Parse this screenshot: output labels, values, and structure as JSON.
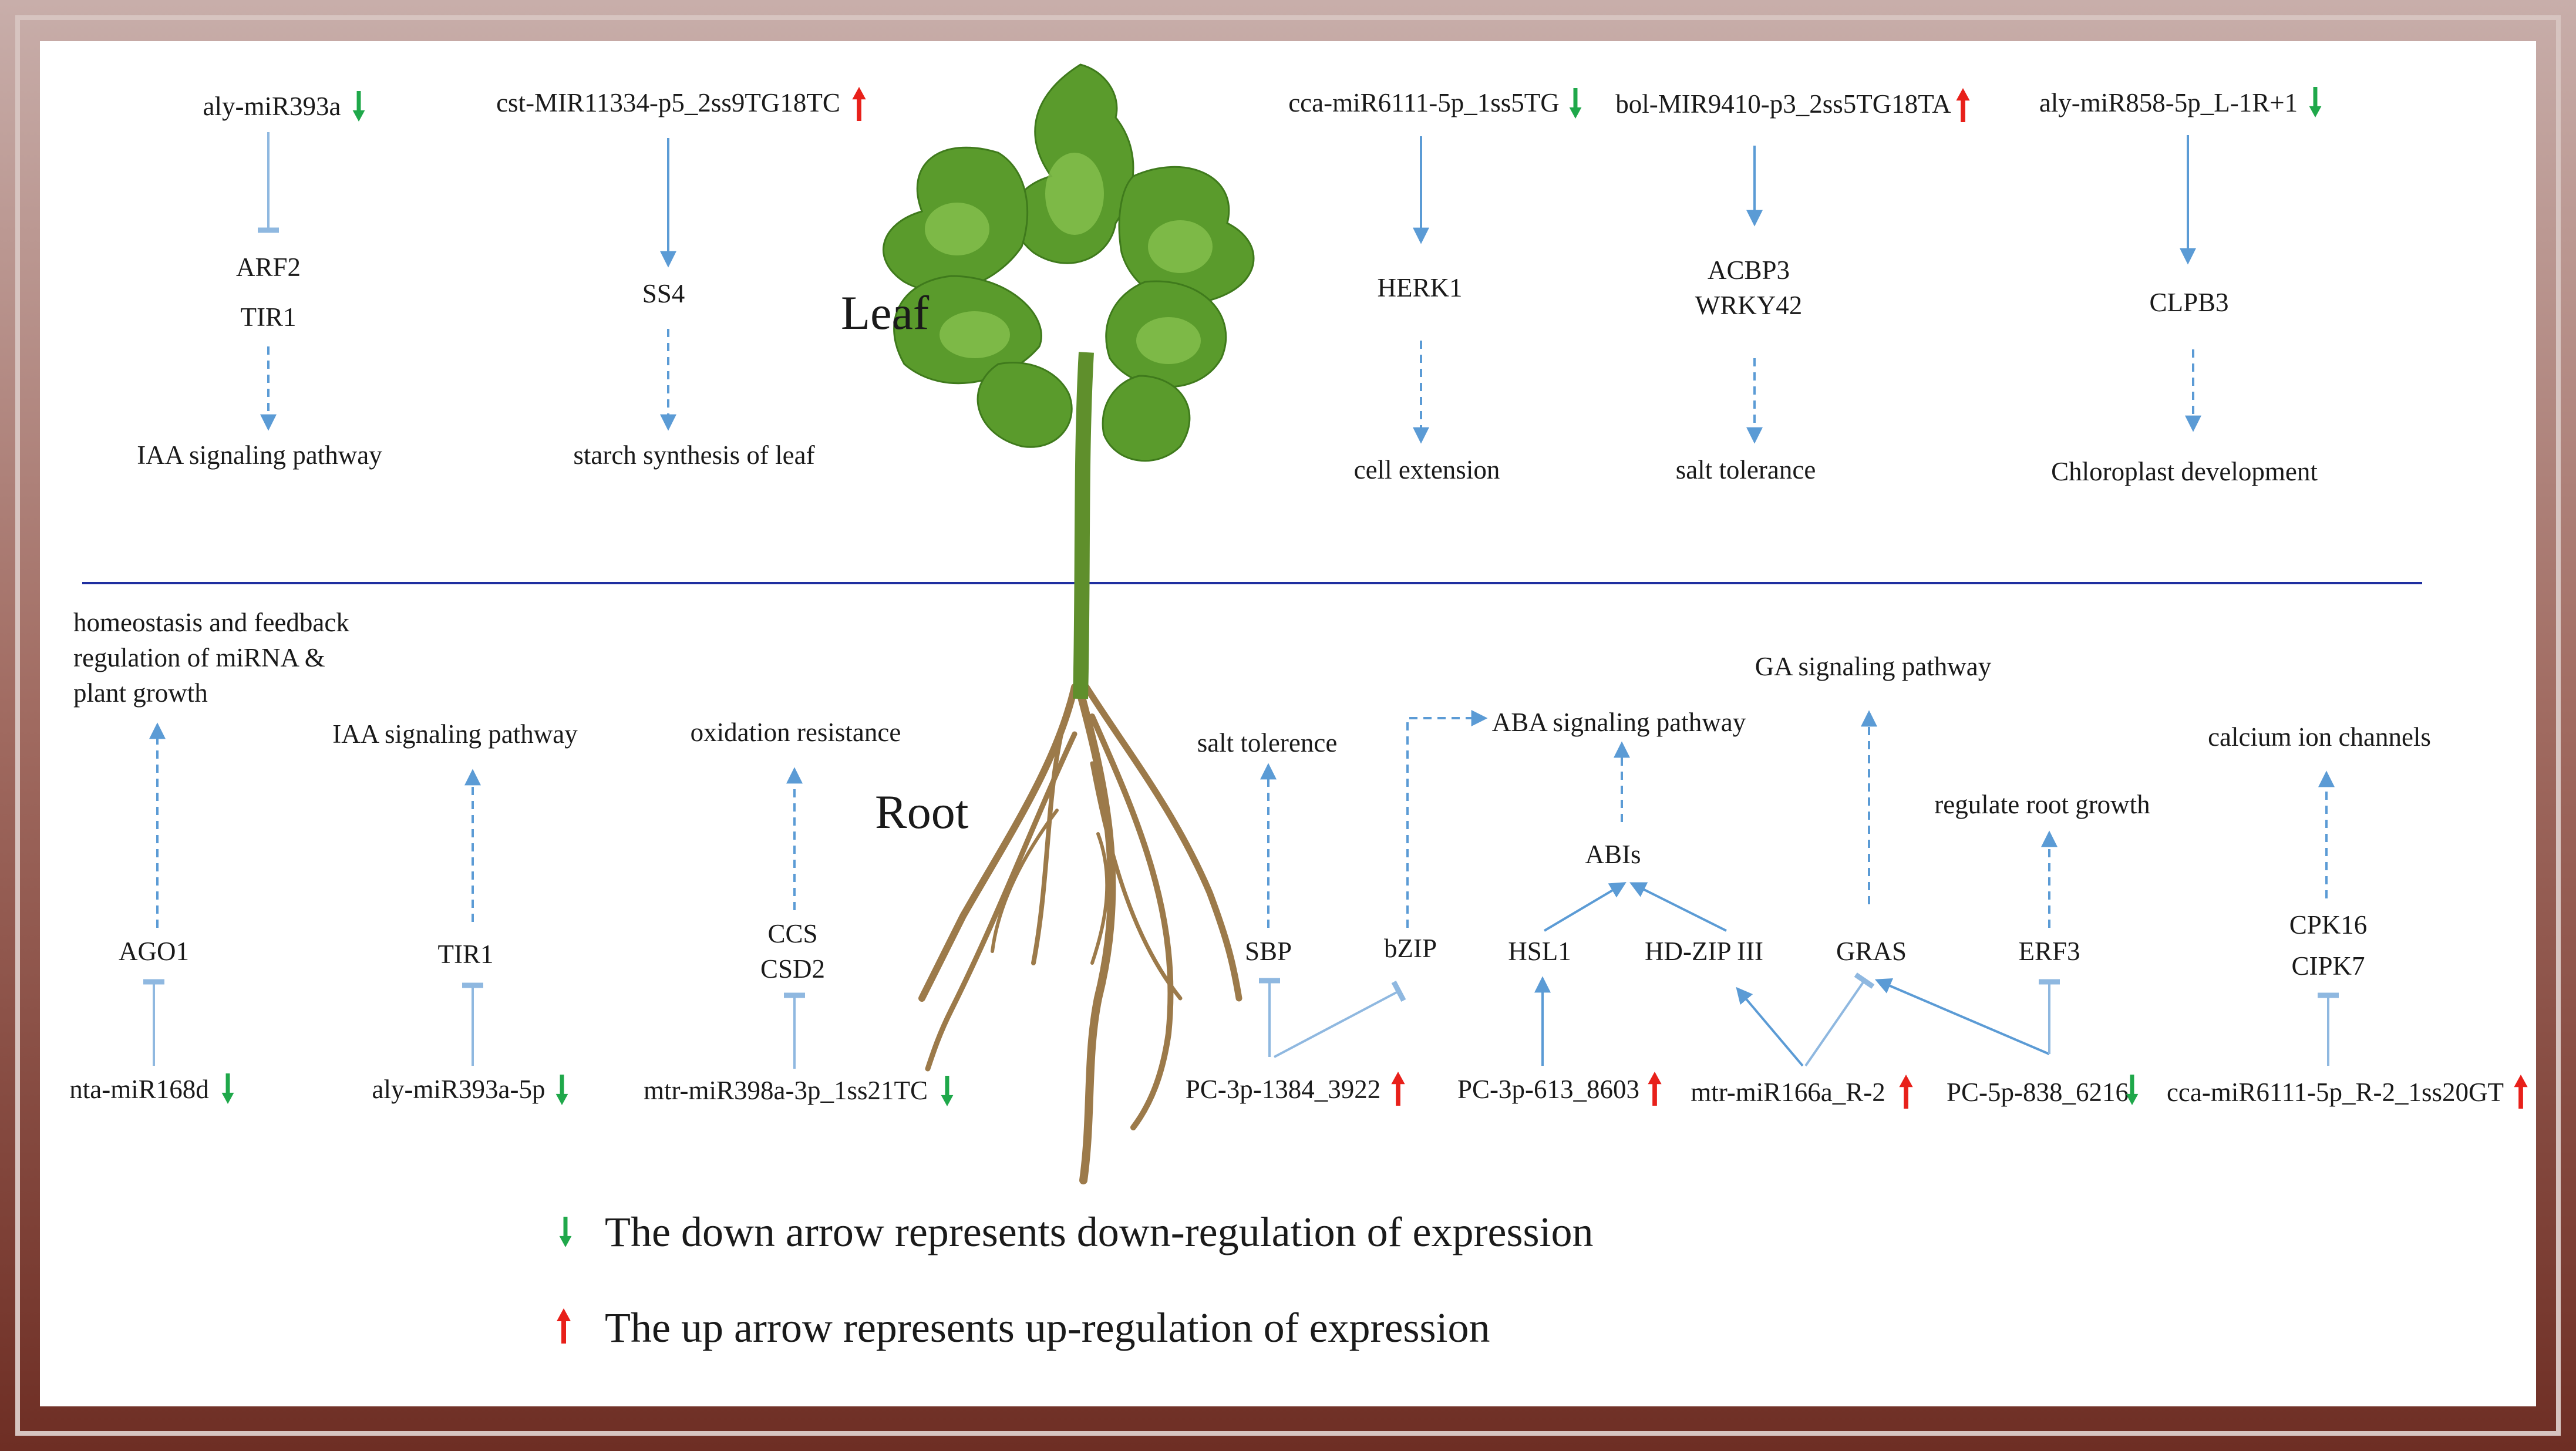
{
  "colors": {
    "frame_outer": "#b79a96",
    "frame_inner": "#7a3a30",
    "arrow": "#5b9bd5",
    "divider": "#1f2fa0",
    "up_arrow": "#e8201a",
    "down_arrow": "#1fa84a"
  },
  "icons": {
    "up": "up-arrow-icon",
    "down": "down-arrow-icon",
    "plant": "plant-image"
  },
  "regions": {
    "leaf": "Leaf",
    "root": "Root"
  },
  "leaf": {
    "col1": {
      "mirna": "aly-miR393a",
      "target1": "ARF2",
      "target2": "TIR1",
      "effect": "IAA signaling pathway"
    },
    "col2": {
      "mirna": "cst-MIR11334-p5_2ss9TG18TC",
      "target": "SS4",
      "effect": "starch synthesis of leaf"
    },
    "col3": {
      "mirna": "cca-miR6111-5p_1ss5TG",
      "target": "HERK1",
      "effect": "cell  extension"
    },
    "col4": {
      "mirna": "bol-MIR9410-p3_2ss5TG18TA",
      "target1": "ACBP3",
      "target2": "WRKY42",
      "effect": "salt tolerance"
    },
    "col5": {
      "mirna": "aly-miR858-5p_L-1R+1",
      "target": "CLPB3",
      "effect": "Chloroplast development"
    }
  },
  "root": {
    "col1": {
      "effect_line1": "homeostasis and feedback",
      "effect_line2": "regulation of miRNA  &",
      "effect_line3": "plant growth",
      "target": "AGO1",
      "mirna": "nta-miR168d"
    },
    "col2": {
      "effect": "IAA signaling pathway",
      "target": "TIR1",
      "mirna": "aly-miR393a-5p"
    },
    "col3": {
      "effect": "oxidation resistance",
      "target1": "CCS",
      "target2": "CSD2",
      "mirna": "mtr-miR398a-3p_1ss21TC"
    },
    "col4": {
      "effect": "salt tolerence",
      "target1": "SBP",
      "target2": "bZIP",
      "mirna": "PC-3p-1384_3922"
    },
    "aba": {
      "effect": "ABA signaling pathway",
      "mid": "ABIs",
      "target1": "HSL1",
      "target2": "HD-ZIP  III",
      "mirna1": "PC-3p-613_8603",
      "mirna2": "mtr-miR166a_R-2"
    },
    "ga": {
      "effect": "GA  signaling pathway",
      "target": "GRAS",
      "mirna": "PC-5p-838_6216"
    },
    "erf": {
      "effect": "regulate root growth",
      "target": "ERF3"
    },
    "col8": {
      "effect": "calcium  ion channels",
      "target1": "CPK16",
      "target2": "CIPK7",
      "mirna": "cca-miR6111-5p_R-2_1ss20GT"
    }
  },
  "legend": {
    "down_text": "The down arrow represents down-regulation of expression",
    "up_text": "The up arrow represents up-regulation of expression"
  }
}
